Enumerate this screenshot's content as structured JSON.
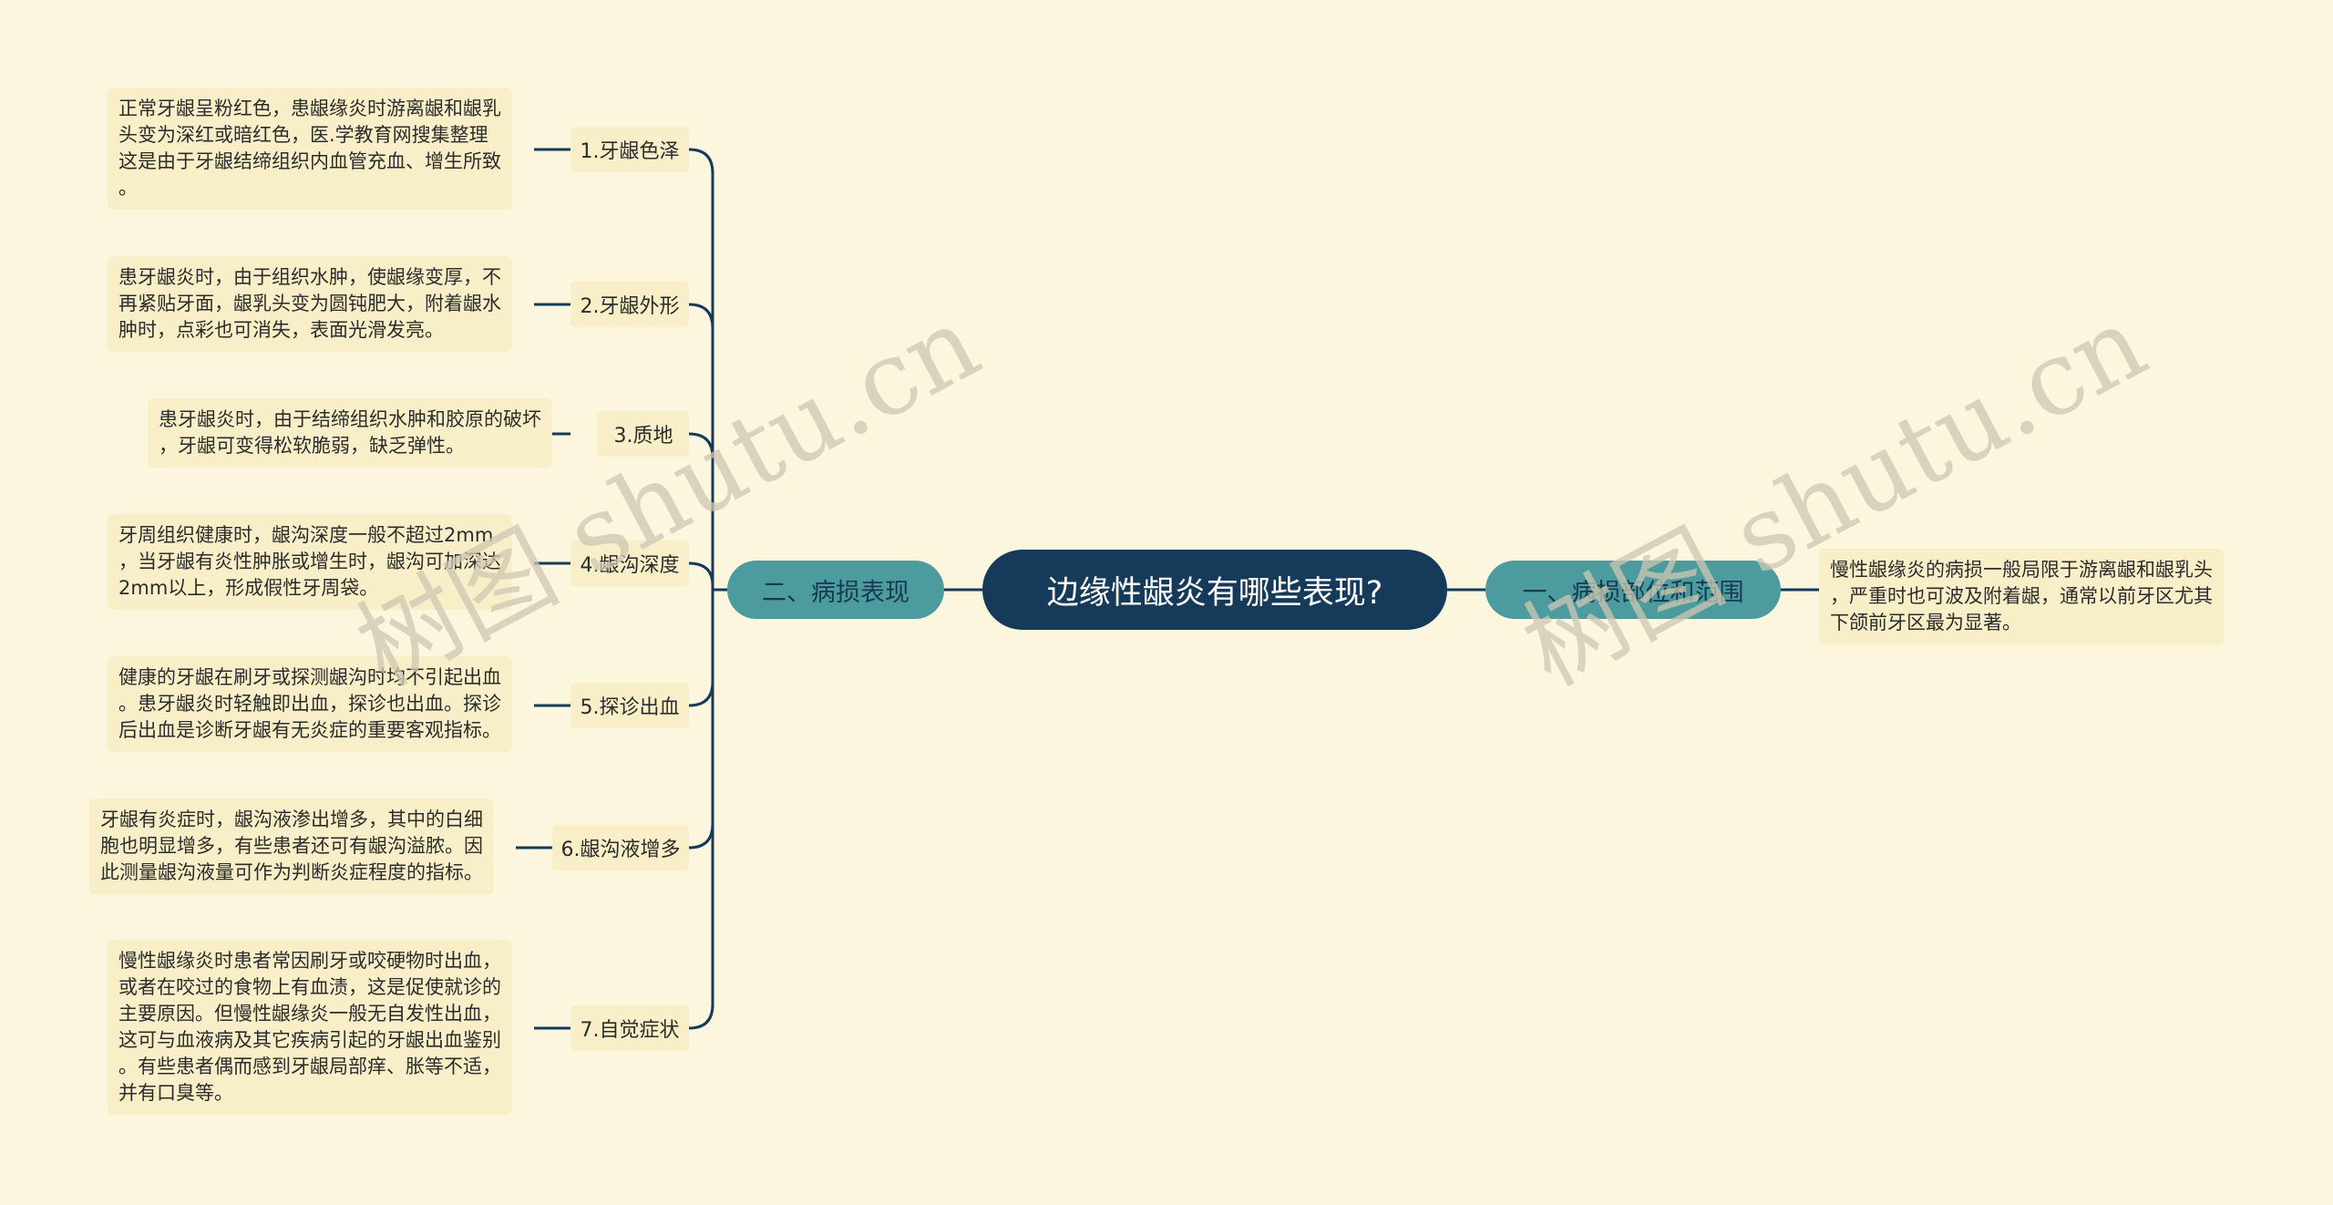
{
  "root": {
    "title": "边缘性龈炎有哪些表现?"
  },
  "branch_left": {
    "label": "二、病损表现"
  },
  "branch_right": {
    "label": "一、病损部位和范围"
  },
  "right_detail": "慢性龈缘炎的病损一般局限于游离龈和龈乳头\n，严重时也可波及附着龈，通常以前牙区尤其\n下颌前牙区最为显著。",
  "left_items": [
    {
      "label": "1.牙龈色泽",
      "detail": "正常牙龈呈粉红色，患龈缘炎时游离龈和龈乳\n头变为深红或暗红色，医.学教育网搜集整理\n这是由于牙龈结缔组织内血管充血、增生所致\n。"
    },
    {
      "label": "2.牙龈外形",
      "detail": "患牙龈炎时，由于组织水肿，使龈缘变厚，不\n再紧贴牙面，龈乳头变为圆钝肥大，附着龈水\n肿时，点彩也可消失，表面光滑发亮。"
    },
    {
      "label": "3.质地",
      "detail": "患牙龈炎时，由于结缔组织水肿和胶原的破坏\n，牙龈可变得松软脆弱，缺乏弹性。"
    },
    {
      "label": "4.龈沟深度",
      "detail": "牙周组织健康时，龈沟深度一般不超过2mm\n，当牙龈有炎性肿胀或增生时，龈沟可加深达\n2mm以上，形成假性牙周袋。"
    },
    {
      "label": "5.探诊出血",
      "detail": "健康的牙龈在刷牙或探测龈沟时均不引起出血\n。患牙龈炎时轻触即出血，探诊也出血。探诊\n后出血是诊断牙龈有无炎症的重要客观指标。"
    },
    {
      "label": "6.龈沟液增多",
      "detail": "牙龈有炎症时，龈沟液渗出增多，其中的白细\n胞也明显增多，有些患者还可有龈沟溢脓。因\n此测量龈沟液量可作为判断炎症程度的指标。"
    },
    {
      "label": "7.自觉症状",
      "detail": "慢性龈缘炎时患者常因刷牙或咬硬物时出血，\n或者在咬过的食物上有血渍，这是促使就诊的\n主要原因。但慢性龈缘炎一般无自发性出血，\n这可与血液病及其它疾病引起的牙龈出血鉴别\n。有些患者偶而感到牙龈局部痒、胀等不适，\n并有口臭等。"
    }
  ],
  "watermarks": [
    "树图 shutu.cn",
    "树图 shutu.cn"
  ],
  "colors": {
    "background": "#fcf6df",
    "root": "#163a5a",
    "branch": "#4c9b9e",
    "line": "#163a5a",
    "box": "#f8efc9"
  }
}
